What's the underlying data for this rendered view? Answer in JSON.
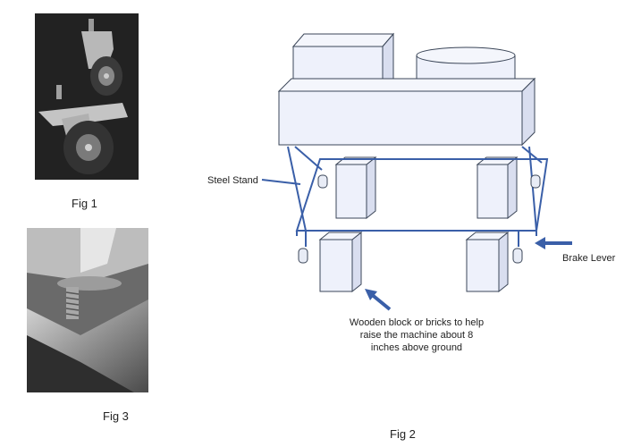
{
  "captions": {
    "fig1": "Fig 1",
    "fig2": "Fig 2",
    "fig3": "Fig 3"
  },
  "labels": {
    "steel_stand": "Steel Stand",
    "brake_lever": "Brake Lever",
    "wooden_block_line1": "Wooden block or bricks to help",
    "wooden_block_line2": "raise the machine about 8",
    "wooden_block_line3": "inches above ground"
  },
  "colors": {
    "stand_blue": "#3a5fa8",
    "block_fill": "#eef1fb",
    "block_side": "#d9deef",
    "outline": "#3b4658"
  }
}
